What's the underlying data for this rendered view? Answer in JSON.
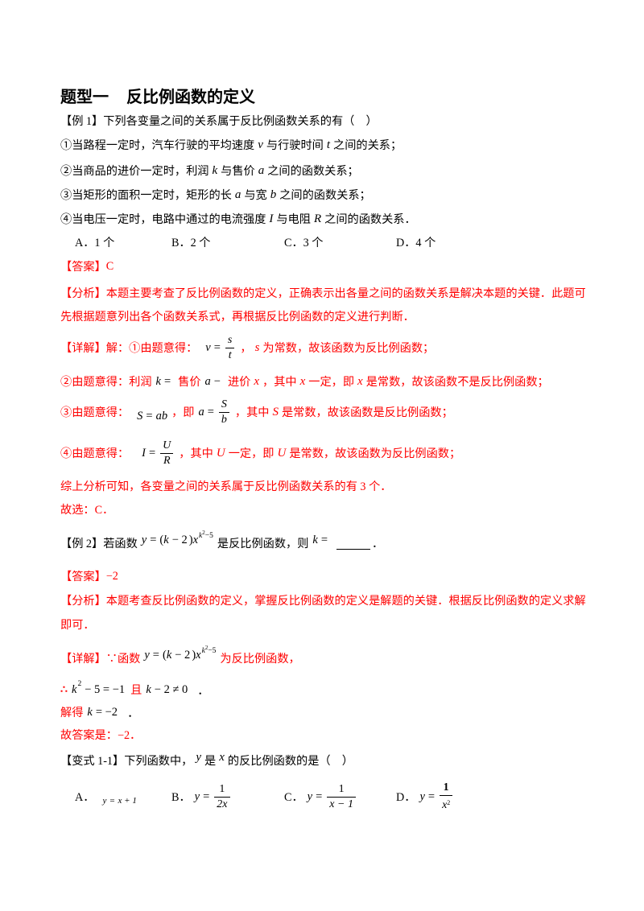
{
  "colors": {
    "text": "#000000",
    "answer": "#ff0000"
  },
  "heading": {
    "label": "题型一",
    "title": "反比例函数的定义"
  },
  "example1": {
    "tag": "【例 1】",
    "stem": "下列各变量之间的关系属于反比例函数关系的有（　）",
    "items": [
      [
        "①当路程一定时，汽车行驶的平均速度",
        "v",
        "与行驶时间",
        "t",
        "之间的关系；"
      ],
      [
        "②当商品的进价一定时，利润",
        "k",
        "与售价",
        "a",
        "之间的函数关系；"
      ],
      [
        "③当矩形的面积一定时，矩形的长",
        "a",
        "与宽",
        "b",
        "之间的函数关系；"
      ],
      [
        "④当电压一定时，电路中通过的电流强度",
        "I",
        "与电阻",
        "R",
        "之间的函数关系．"
      ]
    ],
    "options": [
      "A．1 个",
      "B．2 个",
      "C．3 个",
      "D．4 个"
    ],
    "answer": {
      "tag": "【答案】",
      "value": "C"
    },
    "analysis": {
      "tag": "【分析】",
      "lines": [
        "本题主要考查了反比例函数的定义，正确表示出各量之间的函数关系是解决本题的关键．此题可",
        "先根据题意列出各个函数关系式，再根据反比例函数的定义进行判断．"
      ]
    },
    "detail": {
      "tag": "【详解】",
      "step1": {
        "pre": "解：①由题意得：",
        "lhs": "v",
        "eq": "=",
        "num": "s",
        "den": "t",
        "sep": "，",
        "var": "s",
        "post": "为常数，故该函数为反比例函数；"
      },
      "step2": {
        "pre": "②由题意得：利润",
        "k": "k",
        "eq": "=",
        "sell": "售价",
        "a": "a",
        "minus": "−",
        "cost": "进价",
        "x1": "x",
        "mid1": "，其中",
        "x2": "x",
        "mid2": "一定，即",
        "x3": "x",
        "post": "是常数，故该函数不是反比例函数；"
      },
      "step3": {
        "pre": "③由题意得：",
        "s_lhs": "S",
        "s_eq": "=",
        "s_rhs": "ab",
        "mid": "，即",
        "lhs": "a",
        "eq": "=",
        "num": "S",
        "den": "b",
        "mid2": "，其中",
        "var": "S",
        "post": "是常数，故该函数是反比例函数；"
      },
      "step4": {
        "pre": "④由题意得：",
        "lhs": "I",
        "eq": "=",
        "num": "U",
        "den": "R",
        "mid1": "，其中",
        "var1": "U",
        "mid2": "一定，即",
        "var2": "U",
        "post": "是常数，故该函数为反比例函数；"
      },
      "summary": "综上分析可知，各变量之间的关系属于反比例函数关系的有 3 个．",
      "choice": "故选：C．"
    }
  },
  "example2": {
    "tag": "【例 2】",
    "pre": "若函数",
    "formula": {
      "lhs": "y",
      "eq": "=",
      "open": "(",
      "var": "k",
      "rest": "− 2",
      "close": ")",
      "base": "x",
      "exp_var": "k",
      "exp_pow": "2",
      "exp_rest": "−5"
    },
    "mid": "是反比例函数，则",
    "ask_var": "k",
    "ask_eq": "=",
    "end": "．",
    "answer": {
      "tag": "【答案】",
      "value": "−2"
    },
    "analysis": {
      "tag": "【分析】",
      "lines": [
        "本题考查反比例函数的定义，掌握反比例函数的定义是解题的关键．根据反比例函数的定义求解",
        "即可．"
      ]
    },
    "detail": {
      "tag": "【详解】",
      "step1": {
        "pre": "∵函数",
        "post": "为反比例函数，"
      },
      "step2": {
        "therefore": "∴",
        "base": "k",
        "pow": "2",
        "rest": "− 5 = −1",
        "and": "且",
        "var": "k",
        "rest2": "− 2 ≠ 0",
        "end": "．"
      },
      "step3": {
        "pre": "解得",
        "var": "k",
        "rest": "= −2",
        "end": "．"
      },
      "step4": "故答案是：−2．"
    }
  },
  "variant": {
    "tag": "【变式 1-1】",
    "pre": "下列函数中，",
    "y": "y",
    "mid": "是",
    "x": "x",
    "post": "的反比例函数的是（　）",
    "options": [
      {
        "label": "A．",
        "lhs": "y",
        "eq": "=",
        "rhs": "x + 1"
      },
      {
        "label": "B．",
        "lhs": "y",
        "eq": "=",
        "num": "1",
        "den": "2x"
      },
      {
        "label": "C．",
        "lhs": "y",
        "eq": "=",
        "num": "1",
        "den": "x − 1"
      },
      {
        "label": "D．",
        "lhs": "y",
        "eq": "=",
        "num": "1",
        "den_base": "x",
        "den_pow": "2"
      }
    ]
  }
}
